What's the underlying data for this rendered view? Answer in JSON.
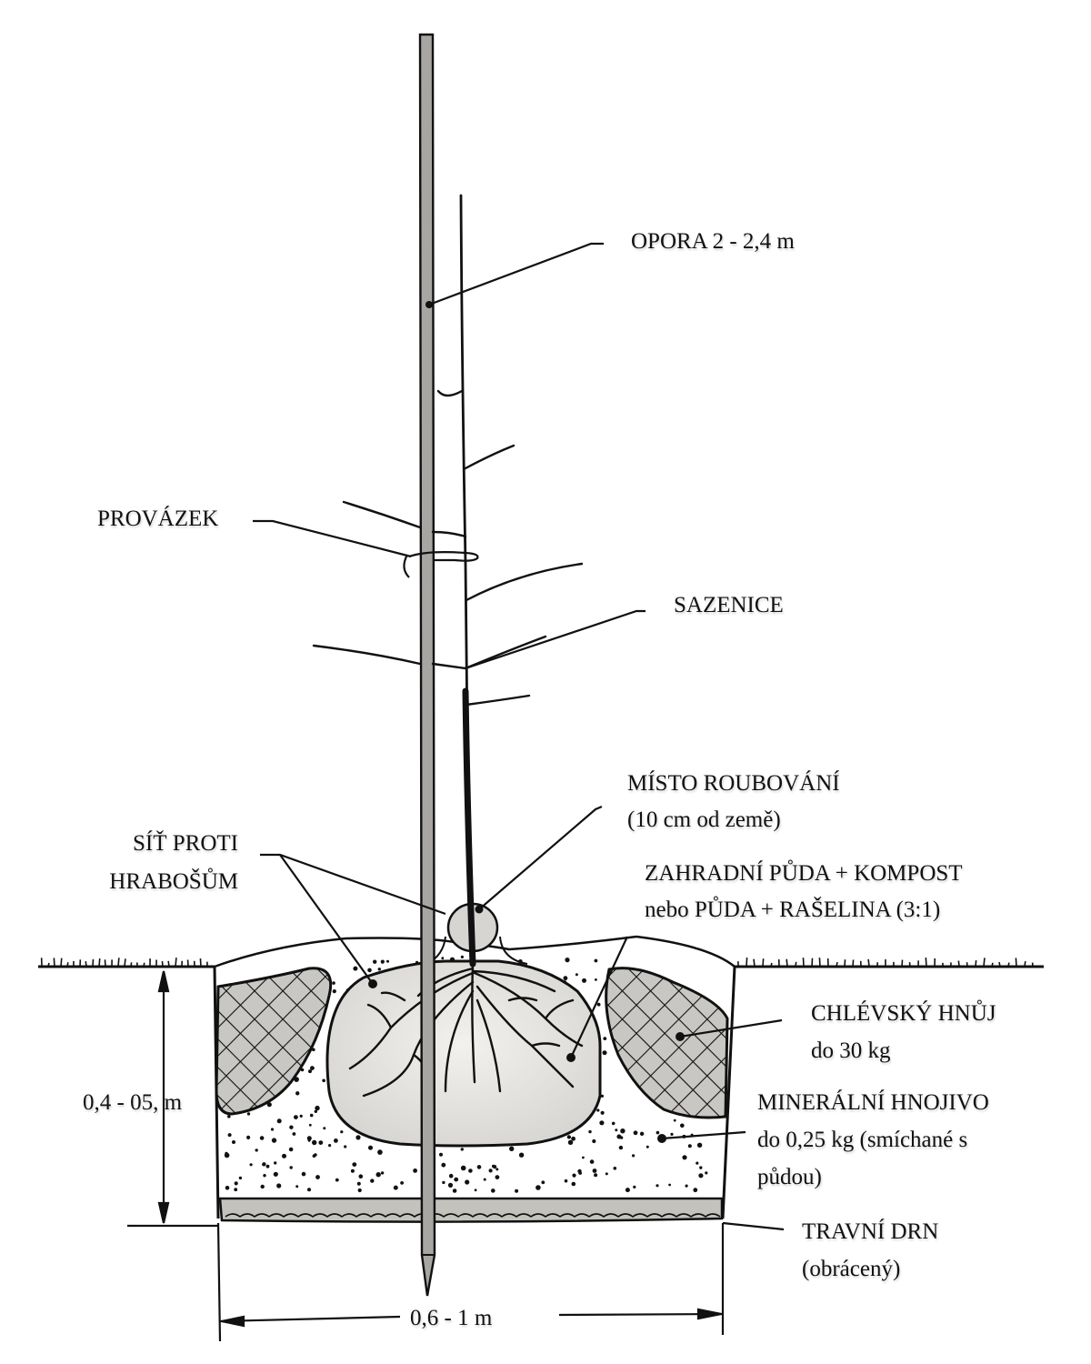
{
  "title": "Výsadba stromku – schéma jámy",
  "labels": {
    "opora": "OPORA 2 - 2,4 m",
    "provazek": "PROVÁZEK",
    "sazenice": "SAZENICE",
    "misto_roubovani": "MÍSTO ROUBOVÁNÍ",
    "misto_roubovani_note": "(10 cm od země)",
    "sit_line1": "SÍŤ PROTI",
    "sit_line2": "HRABOŠŮM",
    "zahradni_puda_line1": "ZAHRADNÍ PŮDA + KOMPOST",
    "zahradni_puda_line2": "nebo PŮDA + RAŠELINA (3:1)",
    "hnuj_line1": "CHLÉVSKÝ HNŮJ",
    "hnuj_line2": "do 30 kg",
    "mineral_line1": "MINERÁLNÍ HNOJIVO",
    "mineral_line2": "do 0,25 kg (smíchané s",
    "mineral_line3": "půdou)",
    "drn_line1": "TRAVNÍ DRN",
    "drn_line2": "(obrácený)"
  },
  "dimensions": {
    "depth": "0,4 - 05, m",
    "width": "0,6 - 1 m"
  },
  "colors": {
    "ink": "#111111",
    "stake": "#a8a6a2",
    "rootball": "#e2e0dc",
    "manure": "#c9c7c3",
    "sod": "#c4c2bd"
  }
}
